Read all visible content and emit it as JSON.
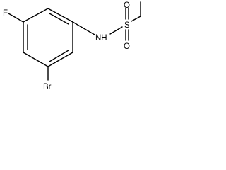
{
  "molecule": {
    "atoms": {
      "fluorine": "F",
      "bromine": "Br",
      "nitrogen": "NH",
      "sulfur": "S",
      "oxygen_top": "O",
      "oxygen_bottom": "O"
    }
  },
  "colors": {
    "bond": "#000000",
    "label": "#000000",
    "background": "#ffffff"
  }
}
